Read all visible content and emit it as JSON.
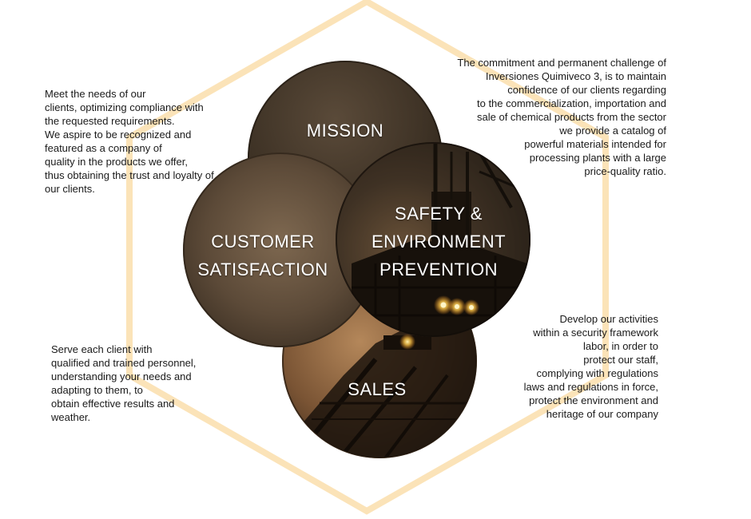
{
  "colors": {
    "hexagon_outline": "#fbe3b8",
    "circle_dark": "#3a2e22",
    "circle_mid": "#6a5540",
    "circle_light": "#8a7054",
    "lamp_glow": "#ffc84a",
    "text": "#1a1a1a",
    "label_text": "#ffffff"
  },
  "circles": {
    "mission": {
      "label": "MISSION"
    },
    "customer_satisfaction": {
      "label": "CUSTOMER\nSATISFACTION"
    },
    "safety": {
      "label": "SAFETY &\nENVIRONMENT\nPREVENTION"
    },
    "sales": {
      "label": "SALES"
    }
  },
  "texts": {
    "customer_satisfaction": "Meet the needs of our\nclients, optimizing compliance with\nthe requested requirements.\nWe aspire to be recognized and\nfeatured as a company of\nquality in the products we offer,\nthus obtaining the trust and loyalty of\nour clients.",
    "mission": "The commitment and permanent challenge of\nInversiones Quimiveco 3, is to maintain\nconfidence of our clients regarding\nto the commercialization, importation and\nsale of chemical products from the sector\nwe provide a catalog of\npowerful materials intended for\nprocessing plants with a large\nprice-quality ratio.",
    "sales": "Serve each client with\nqualified and trained personnel,\nunderstanding your needs and\nadapting to them, to\nobtain effective results and\nweather.",
    "safety": "Develop our activities\nwithin a security framework\nlabor, in order to\nprotect our staff,\ncomplying with regulations\nlaws and regulations in force,\nprotect the environment and\nheritage of our company"
  }
}
